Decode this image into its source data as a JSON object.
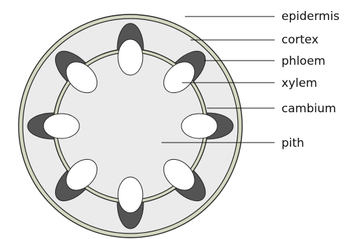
{
  "colors": {
    "cortex": "#ebebeb",
    "epidermis": "#d6d8c2",
    "phloem": "#545454",
    "xylem": "#ffffff",
    "pith": "#ebebeb",
    "outline": "#222222"
  },
  "labels": {
    "epidermis": "epidermis",
    "cortex": "cortex",
    "phloem": "phloem",
    "xylem": "xylem",
    "cambium": "cambium",
    "pith": "pith"
  },
  "vascular_bundle_count": 8
}
